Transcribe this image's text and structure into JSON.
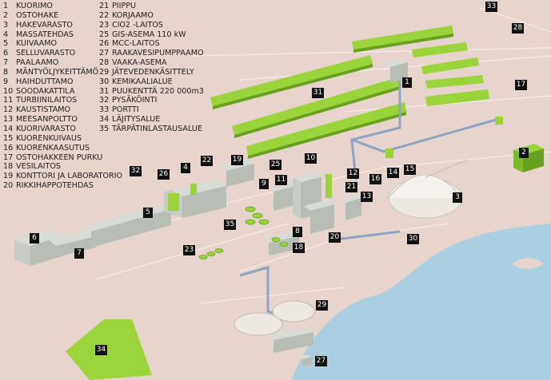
{
  "legend": [
    {
      "num": "1",
      "text": "KUORIMO"
    },
    {
      "num": "2",
      "text": "OSTOHAKE"
    },
    {
      "num": "3",
      "text": "HAKEVARASTO"
    },
    {
      "num": "4",
      "text": "MASSATEHDAS"
    },
    {
      "num": "5",
      "text": "KUIVAAMO"
    },
    {
      "num": "6",
      "text": "SELLUVARASTO"
    },
    {
      "num": "7",
      "text": "PAALAAMO"
    },
    {
      "num": "8",
      "text": "MÄNTYÖLJYKEITTÄMÖ"
    },
    {
      "num": "9",
      "text": "HAIHDUTTAMO"
    },
    {
      "num": "10",
      "text": "SOODAKATTILA"
    },
    {
      "num": "11",
      "text": "TURBIINILAITOS"
    },
    {
      "num": "12",
      "text": "KAUSTISTAMO"
    },
    {
      "num": "13",
      "text": "MEESANPOLTTO"
    },
    {
      "num": "14",
      "text": "KUORIVARASTO"
    },
    {
      "num": "15",
      "text": "KUORENKUIVAUS"
    },
    {
      "num": "16",
      "text": "KUORENKAASUTUS"
    },
    {
      "num": "17",
      "text": "OSTOHAKKEEN PURKU"
    },
    {
      "num": "18",
      "text": "VESILAITOS"
    },
    {
      "num": "19",
      "text": "KONTTORI JA LABORATORIO"
    },
    {
      "num": "20",
      "text": "RIKKIHAPPOTEHDAS"
    },
    {
      "num": "21",
      "text": "PIIPPU"
    },
    {
      "num": "22",
      "text": "KORJAAMO"
    },
    {
      "num": "23",
      "text": "ClO2 -LAITOS"
    },
    {
      "num": "25",
      "text": "GIS-ASEMA 110 kW"
    },
    {
      "num": "26",
      "text": "MCC-LAITOS"
    },
    {
      "num": "27",
      "text": "RAAKAVESIPUMPPAAMO"
    },
    {
      "num": "28",
      "text": "VAAKA-ASEMA"
    },
    {
      "num": "29",
      "text": "JÄTEVEDENKÄSITTELY"
    },
    {
      "num": "30",
      "text": "KEMIKAALIALUE"
    },
    {
      "num": "31",
      "text": "PUUKENTTÄ 220 000m3"
    },
    {
      "num": "32",
      "text": "PYSÄKÖINTI"
    },
    {
      "num": "33",
      "text": "PORTTI"
    },
    {
      "num": "34",
      "text": "LÄJITYSALUE"
    },
    {
      "num": "35",
      "text": "TÄRPÄTINLASTAUSALUE"
    }
  ],
  "map_labels": [
    "1",
    "2",
    "3",
    "4",
    "5",
    "6",
    "7",
    "8",
    "9",
    "10",
    "11",
    "12",
    "13",
    "14",
    "15",
    "16",
    "17",
    "18",
    "19",
    "20",
    "21",
    "22",
    "23",
    "25",
    "26",
    "27",
    "28",
    "29",
    "30",
    "31",
    "32",
    "33",
    "34",
    "35"
  ],
  "colors": {
    "ground": "#e7d4cc",
    "water": "#a9cfe0",
    "green": "#9bd43a",
    "green_dark": "#6aa020",
    "building": "#d8dcd6",
    "building_side": "#b8bdb6",
    "pipe": "#8ea4c2",
    "label_bg": "#111111",
    "label_text": "#ffffff"
  }
}
